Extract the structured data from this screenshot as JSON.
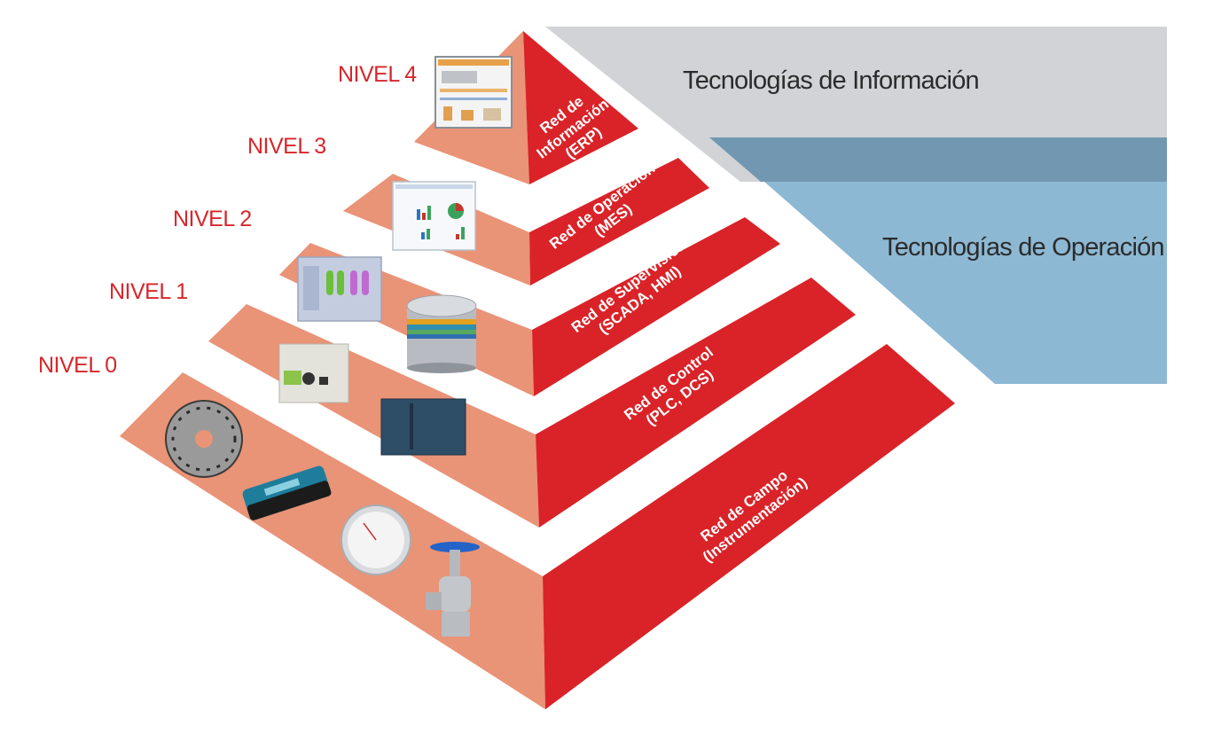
{
  "levels": [
    {
      "label": "NIVEL 4",
      "network_line1": "Red de",
      "network_line2": "Información",
      "network_line3": "(ERP)"
    },
    {
      "label": "NIVEL 3",
      "network_line1": "Red de Operación",
      "network_line2": "(MES)"
    },
    {
      "label": "NIVEL 2",
      "network_line1": "Red de Supervisión",
      "network_line2": "(SCADA, HMI)"
    },
    {
      "label": "NIVEL 1",
      "network_line1": "Red de Control",
      "network_line2": "(PLC, DCS)"
    },
    {
      "label": "NIVEL 0",
      "network_line1": "Red de Campo",
      "network_line2": "(Instrumentación)"
    }
  ],
  "regions": {
    "it": "Tecnologías de Información",
    "ot": "Tecnologías de Operación"
  },
  "colors": {
    "red": "#d92328",
    "salmon": "#e99377",
    "it_gray": "#d1d3d6",
    "ot_blue": "#8db8d3",
    "overlap": "#7198b0",
    "level_text": "#d7262b"
  }
}
